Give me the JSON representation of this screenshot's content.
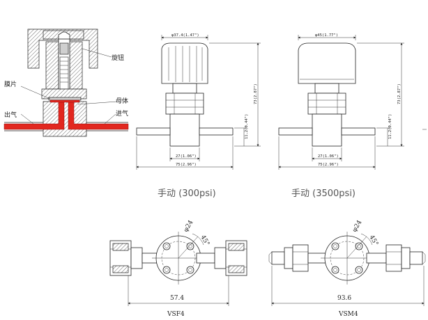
{
  "section_view": {
    "labels": {
      "knob": "旋钮",
      "diaphragm": "膜片",
      "body": "母体",
      "inlet": "进气",
      "outlet": "出气"
    }
  },
  "view_300psi": {
    "caption": "手动 (300psi)",
    "dims": {
      "knob_dia": "φ37.4(1.47\")",
      "height": "73(2.87\")",
      "lower_height": "11.2(0.44\")",
      "body_width": "27(1.06\")",
      "total_width": "75(2.96\")"
    }
  },
  "view_3500psi": {
    "caption": "手动 (3500psi)",
    "dims": {
      "knob_dia": "φ45(1.77\")",
      "height": "73(2.87\")",
      "lower_height": "11.2(0.44\")",
      "body_width": "27(1.06\")",
      "total_width": "75(2.96\")"
    }
  },
  "view_vsf4": {
    "name": "VSF4",
    "length": "57.4",
    "bolt_circle": "φ24",
    "angle": "45°"
  },
  "view_vsm4": {
    "name": "VSM4",
    "length": "93.6",
    "bolt_circle": "φ24",
    "angle": "45°"
  },
  "colors": {
    "flow_path": "#e2271f",
    "hatch": "#444444"
  }
}
